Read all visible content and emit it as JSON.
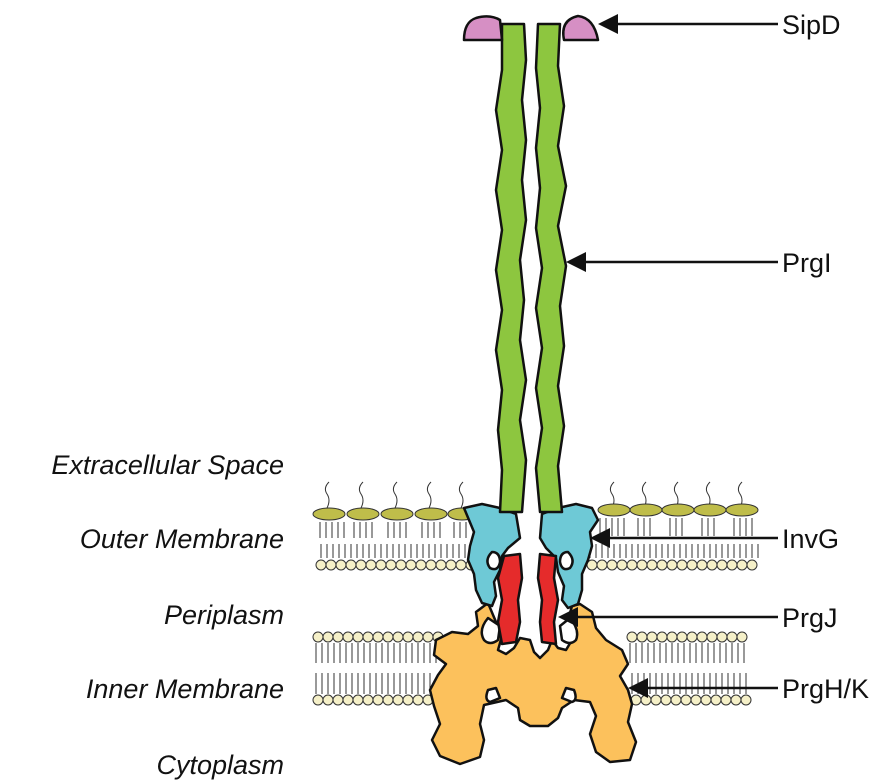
{
  "regions": {
    "extracellular": "Extracellular Space",
    "outer_membrane": "Outer Membrane",
    "periplasm": "Periplasm",
    "inner_membrane": "Inner Membrane",
    "cytoplasm": "Cytoplasm"
  },
  "proteins": {
    "sipd": "SipD",
    "prgi": "PrgI",
    "invg": "InvG",
    "prgj": "PrgJ",
    "prghk": "PrgH/K"
  },
  "colors": {
    "sipd": "#d68fc4",
    "prgi": "#8dc63f",
    "invg": "#6ec9d6",
    "prgj": "#e52b2b",
    "prghk": "#fcc15c",
    "lps_head": "#bfbd4a",
    "lipid_head": "#f5f0c8"
  }
}
